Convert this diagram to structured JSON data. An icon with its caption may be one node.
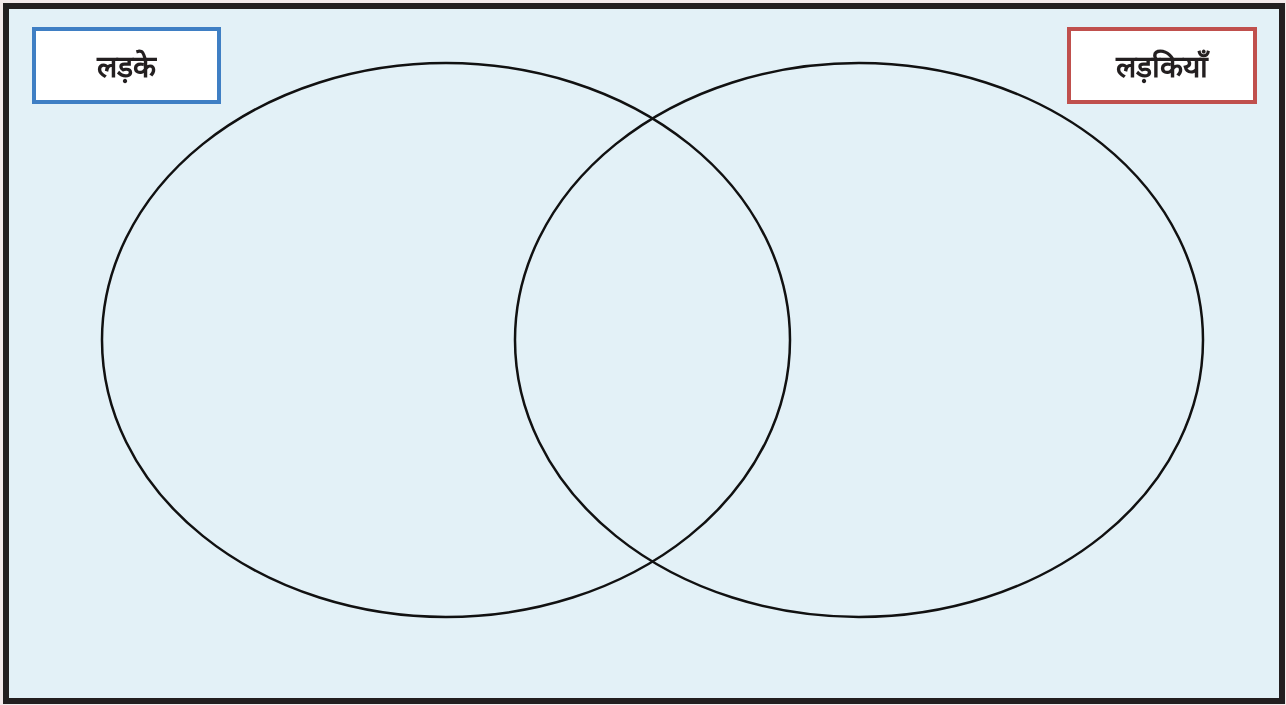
{
  "diagram": {
    "nodes": [
      {
        "text": [
          "लड़के"
        ]
      },
      {
        "text": [
          "लड़कियाँ"
        ]
      },
      {
        "text": [],
        "shape": "circle"
      },
      {
        "text": [],
        "shape": "circle"
      }
    ]
  }
}
